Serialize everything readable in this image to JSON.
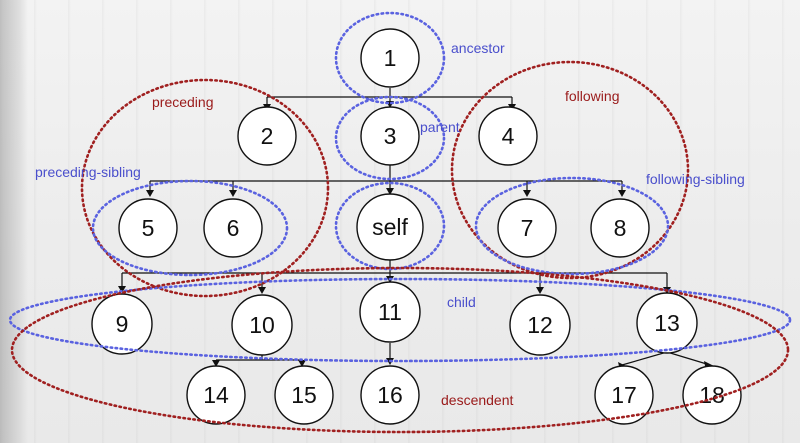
{
  "nodes": {
    "n1": "1",
    "n2": "2",
    "n3": "3",
    "n4": "4",
    "n5": "5",
    "n6": "6",
    "self": "self",
    "n7": "7",
    "n8": "8",
    "n9": "9",
    "n10": "10",
    "n11": "11",
    "n12": "12",
    "n13": "13",
    "n14": "14",
    "n15": "15",
    "n16": "16",
    "n17": "17",
    "n18": "18"
  },
  "labels": {
    "ancestor": "ancestor",
    "parent": "parent",
    "preceding": "preceding",
    "following": "following",
    "preceding_sibling": "preceding-sibling",
    "following_sibling": "following-sibling",
    "child": "child",
    "descendent": "descendent"
  },
  "colors": {
    "blue_region": "#5a62e0",
    "red_region": "#a02020"
  }
}
